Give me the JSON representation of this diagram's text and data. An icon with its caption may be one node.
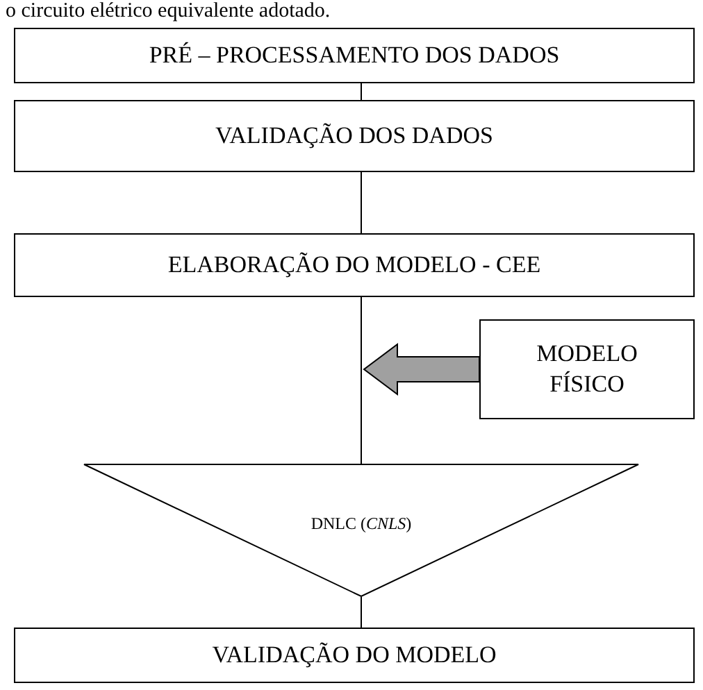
{
  "diagram": {
    "nodes": [
      {
        "text": [
          "PRÉ – PROCESSAMENTO DOS DADOS"
        ]
      },
      {
        "text": [
          "VALIDAÇÃO DOS DADOS"
        ]
      },
      {
        "text": [
          "ELABORAÇÃO DO MODELO - CEE"
        ]
      },
      {
        "text": [
          "MODELO FÍSICO"
        ]
      },
      {
        "text": [
          "DNLC (*CNLS*)"
        ]
      },
      {
        "text": [
          "VALIDAÇÃO DO MODELO"
        ]
      }
    ],
    "edges": [
      {
        "from": 0,
        "to": 1,
        "arrow": "none"
      },
      {
        "from": 1,
        "to": 2,
        "arrow": "none"
      },
      {
        "from": 2,
        "to": 4,
        "arrow": "none"
      },
      {
        "from": 3,
        "to": null,
        "arrow": "to",
        "style": "thick",
        "color": "#a0a0a0"
      },
      {
        "from": 4,
        "to": 5,
        "arrow": "none"
      }
    ],
    "labels": [
      "o circuito elétrico equivalente adotado."
    ]
  }
}
